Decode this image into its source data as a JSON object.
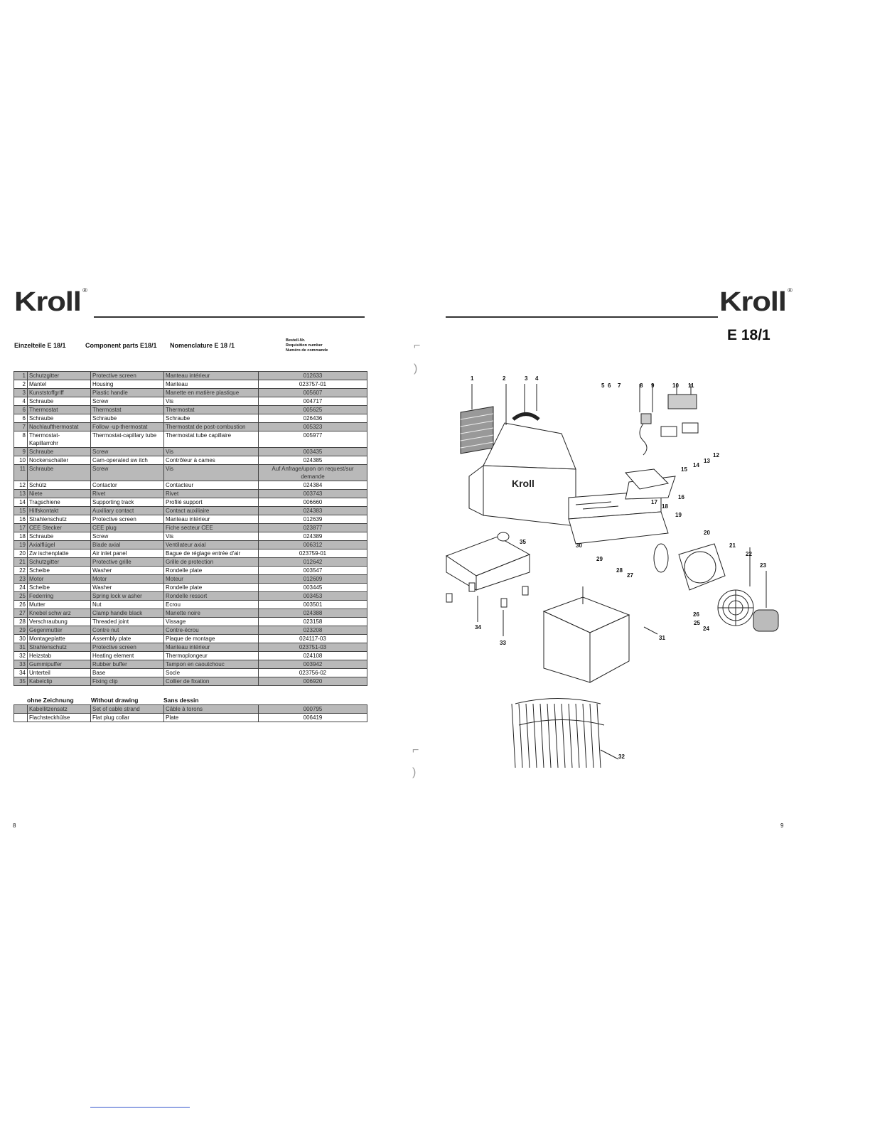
{
  "left": {
    "logo": "Kroll",
    "logo_mark": "®",
    "headers": {
      "german": "Einzelteile E 18/1",
      "english": "Component parts E18/1",
      "french": "Nomenclature E 18 /1",
      "number_de": "Bestell-Nr.",
      "number_en": "Requisition number",
      "number_fr": "Numéro de commande"
    },
    "rows": [
      {
        "no": "1",
        "de": "Schutzgitter",
        "en": "Protective screen",
        "fr": "Manteau intérieur",
        "nr": "012633",
        "shaded": true
      },
      {
        "no": "2",
        "de": "Mantel",
        "en": "Housing",
        "fr": "Manteau",
        "nr": "023757-01",
        "shaded": false
      },
      {
        "no": "3",
        "de": "Kunststoffgriff",
        "en": "Plastic handle",
        "fr": "Manette en matière plastique",
        "nr": "005607",
        "shaded": true
      },
      {
        "no": "4",
        "de": "Schraube",
        "en": "Screw",
        "fr": "Vis",
        "nr": "004717",
        "shaded": false
      },
      {
        "no": "6",
        "de": "Thermostat",
        "en": "Thermostat",
        "fr": "Thermostat",
        "nr": "005625",
        "shaded": true
      },
      {
        "no": "6",
        "de": "Schraube",
        "en": "Schraube",
        "fr": "Schraube",
        "nr": "026436",
        "shaded": false
      },
      {
        "no": "7",
        "de": "Nachlaufthermostat",
        "en": "Follow -up-thermostat",
        "fr": "Thermostat de post-combustion",
        "nr": "005323",
        "shaded": true
      },
      {
        "no": "8",
        "de": "Thermostat-Kapillarrohr",
        "en": "Thermostat-capillary tube",
        "fr": "Thermostat tube capillaire",
        "nr": "005977",
        "shaded": false,
        "tall": true
      },
      {
        "no": "9",
        "de": "Schraube",
        "en": "Screw",
        "fr": "Vis",
        "nr": "003435",
        "shaded": true
      },
      {
        "no": "10",
        "de": "Nockenschalter",
        "en": "Cam-operated sw itch",
        "fr": "Contrôleur à cames",
        "nr": "024385",
        "shaded": false
      },
      {
        "no": "11",
        "de": "Schraube",
        "en": "Screw",
        "fr": "Vis",
        "nr": "Auf Anfrage/upon on request/sur demande",
        "shaded": true,
        "tall": true
      },
      {
        "no": "12",
        "de": "Schütz",
        "en": "Contactor",
        "fr": "Contacteur",
        "nr": "024384",
        "shaded": false
      },
      {
        "no": "13",
        "de": "Niete",
        "en": "Rivet",
        "fr": "Rivet",
        "nr": "003743",
        "shaded": true
      },
      {
        "no": "14",
        "de": "Tragschiene",
        "en": "Supporting track",
        "fr": "Profilé support",
        "nr": "006660",
        "shaded": false
      },
      {
        "no": "15",
        "de": "Hilfskontakt",
        "en": "Auxiliary contact",
        "fr": "Contact auxiliaire",
        "nr": "024383",
        "shaded": true
      },
      {
        "no": "16",
        "de": "Strahlenschutz",
        "en": "Protective screen",
        "fr": "Manteau intérieur",
        "nr": "012639",
        "shaded": false
      },
      {
        "no": "17",
        "de": "CEE Stecker",
        "en": "CEE plug",
        "fr": "Fiche secteur CEE",
        "nr": "023877",
        "shaded": true
      },
      {
        "no": "18",
        "de": "Schraube",
        "en": "Screw",
        "fr": "Vis",
        "nr": "024389",
        "shaded": false
      },
      {
        "no": "19",
        "de": "Axialflügel",
        "en": "Blade axial",
        "fr": "Ventilateur axial",
        "nr": "006312",
        "shaded": true
      },
      {
        "no": "20",
        "de": "Zw ischenplatte",
        "en": "Air inlet panel",
        "fr": "Bague de réglage entrée d'air",
        "nr": "023759-01",
        "shaded": false
      },
      {
        "no": "21",
        "de": "Schutzgitter",
        "en": "Protective grille",
        "fr": "Grille de protection",
        "nr": "012642",
        "shaded": true
      },
      {
        "no": "22",
        "de": "Scheibe",
        "en": "Washer",
        "fr": "Rondelle plate",
        "nr": "003547",
        "shaded": false
      },
      {
        "no": "23",
        "de": "Motor",
        "en": "Motor",
        "fr": "Moteur",
        "nr": "012609",
        "shaded": true
      },
      {
        "no": "24",
        "de": "Scheibe",
        "en": "Washer",
        "fr": "Rondelle plate",
        "nr": "003445",
        "shaded": false
      },
      {
        "no": "25",
        "de": "Federring",
        "en": "Spring lock w asher",
        "fr": "Rondelle ressort",
        "nr": "003453",
        "shaded": true
      },
      {
        "no": "26",
        "de": "Mutter",
        "en": "Nut",
        "fr": "Ecrou",
        "nr": "003501",
        "shaded": false
      },
      {
        "no": "27",
        "de": "Knebel schw arz",
        "en": "Clamp handle black",
        "fr": "Manette noire",
        "nr": "024388",
        "shaded": true
      },
      {
        "no": "28",
        "de": "Verschraubung",
        "en": "Threaded joint",
        "fr": "Vissage",
        "nr": "023158",
        "shaded": false
      },
      {
        "no": "29",
        "de": "Gegenmutter",
        "en": "Contre nut",
        "fr": "Contre-écrou",
        "nr": "023208",
        "shaded": true
      },
      {
        "no": "30",
        "de": "Montageplatte",
        "en": "Assembly plate",
        "fr": "Plaque de montage",
        "nr": "024117-03",
        "shaded": false
      },
      {
        "no": "31",
        "de": "Strahlenschutz",
        "en": "Protective screen",
        "fr": "Manteau intérieur",
        "nr": "023751-03",
        "shaded": true
      },
      {
        "no": "32",
        "de": "Heizstab",
        "en": "Heating element",
        "fr": "Thermoplongeur",
        "nr": "024108",
        "shaded": false
      },
      {
        "no": "33",
        "de": "Gummipuffer",
        "en": "Rubber buffer",
        "fr": "Tampon en caoutchouc",
        "nr": "003942",
        "shaded": true
      },
      {
        "no": "34",
        "de": "Unterteil",
        "en": "Base",
        "fr": "Socle",
        "nr": "023756-02",
        "shaded": false
      },
      {
        "no": "35",
        "de": "Kabelclip",
        "en": "Fixing clip",
        "fr": "Collier de fixation",
        "nr": "006920",
        "shaded": true
      }
    ],
    "without_drawing": {
      "de": "ohne Zeichnung",
      "en": "Without drawing",
      "fr": "Sans dessin",
      "rows": [
        {
          "de": "Kabellitzensatz",
          "en": "Set of cable strand",
          "fr": "Câble à torons",
          "nr": "000795",
          "shaded": true
        },
        {
          "de": "Flachsteckhülse",
          "en": "Flat plug collar",
          "fr": "Plate",
          "nr": "006419",
          "shaded": false
        }
      ]
    },
    "page_number": "8"
  },
  "right": {
    "logo": "Kroll",
    "logo_mark": "®",
    "model": "E 18/1",
    "page_number": "9",
    "labels": [
      "1",
      "2",
      "3",
      "4",
      "5",
      "6",
      "7",
      "8",
      "9",
      "10",
      "11",
      "12",
      "13",
      "14",
      "15",
      "16",
      "17",
      "18",
      "19",
      "20",
      "21",
      "22",
      "23",
      "24",
      "25",
      "26",
      "27",
      "28",
      "29",
      "30",
      "31",
      "32",
      "33",
      "34",
      "35"
    ]
  }
}
